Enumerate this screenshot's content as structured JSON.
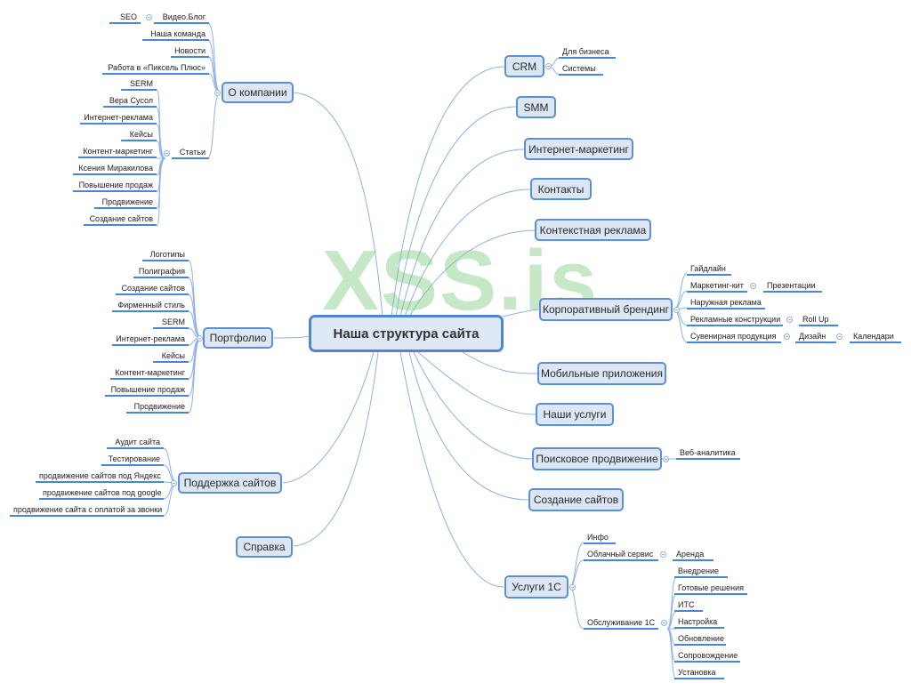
{
  "root": {
    "label": "Наша структура сайта"
  },
  "watermark": "XSS.is",
  "colors": {
    "node_fill": "#dce6f4",
    "node_border": "#5b8fd6",
    "link": "#7aa7e0",
    "underline": "#4a86d6",
    "watermark": "#78c878"
  },
  "left": {
    "about": {
      "label": "О компании",
      "children": [
        {
          "label": "Видео.Блог",
          "children": [
            {
              "label": "SEO"
            }
          ]
        },
        {
          "label": "Наша команда"
        },
        {
          "label": "Новости"
        },
        {
          "label": "Работа в «Пиксель Плюс»"
        },
        {
          "label": "Статьи",
          "children": [
            {
              "label": "SERM"
            },
            {
              "label": "Вера Сусол"
            },
            {
              "label": "Интернет-реклама"
            },
            {
              "label": "Кейсы"
            },
            {
              "label": "Контент-маркетинг"
            },
            {
              "label": "Ксения Миракилова"
            },
            {
              "label": "Повышение продаж"
            },
            {
              "label": "Продвижение"
            },
            {
              "label": "Создание сайтов"
            }
          ]
        }
      ]
    },
    "portfolio": {
      "label": "Портфолио",
      "children": [
        {
          "label": "Логотипы"
        },
        {
          "label": "Полиграфия"
        },
        {
          "label": "Создание сайтов"
        },
        {
          "label": "Фирменный стиль"
        },
        {
          "label": "SERM"
        },
        {
          "label": "Интернет-реклама"
        },
        {
          "label": "Кейсы"
        },
        {
          "label": "Контент-маркетинг"
        },
        {
          "label": "Повышение продаж"
        },
        {
          "label": "Продвижение"
        }
      ]
    },
    "support": {
      "label": "Поддержка сайтов",
      "children": [
        {
          "label": "Аудит сайта"
        },
        {
          "label": "Тестирование"
        },
        {
          "label": "продвижение сайтов под Яндекс"
        },
        {
          "label": "продвижение сайтов под google"
        },
        {
          "label": "продвижение сайта с оплатой за звонки"
        }
      ]
    },
    "help": {
      "label": "Справка"
    }
  },
  "right": {
    "crm": {
      "label": "CRM",
      "children": [
        {
          "label": "Для бизнеса"
        },
        {
          "label": "Системы"
        }
      ]
    },
    "smm": {
      "label": "SMM"
    },
    "internet_marketing": {
      "label": "Интернет-маркетинг"
    },
    "contacts": {
      "label": "Контакты"
    },
    "context_ads": {
      "label": "Контекстная реклама"
    },
    "branding": {
      "label": "Корпоративный брендинг",
      "children": [
        {
          "label": "Гайдлайн"
        },
        {
          "label": "Маркетинг-кит",
          "children": [
            {
              "label": "Презентации"
            }
          ]
        },
        {
          "label": "Наружная реклама"
        },
        {
          "label": "Рекламные конструкции",
          "children": [
            {
              "label": "Roll Up"
            }
          ]
        },
        {
          "label": "Сувенирная продукция",
          "children": [
            {
              "label": "Дизайн",
              "children": [
                {
                  "label": "Календари"
                }
              ]
            }
          ]
        }
      ]
    },
    "mobile": {
      "label": "Мобильные приложения"
    },
    "services": {
      "label": "Наши услуги"
    },
    "seo": {
      "label": "Поисковое продвижение",
      "children": [
        {
          "label": "Веб-аналитика"
        }
      ]
    },
    "sites": {
      "label": "Создание сайтов"
    },
    "onec": {
      "label": "Услуги 1С",
      "children": [
        {
          "label": "Инфо"
        },
        {
          "label": "Облачный сервис",
          "children": [
            {
              "label": "Аренда"
            }
          ]
        },
        {
          "label": "Обслуживание 1С",
          "children": [
            {
              "label": "Внедрение"
            },
            {
              "label": "Готовые решения"
            },
            {
              "label": "ИТС"
            },
            {
              "label": "Настройка"
            },
            {
              "label": "Обновление"
            },
            {
              "label": "Сопровождение"
            },
            {
              "label": "Установка"
            }
          ]
        }
      ]
    }
  }
}
